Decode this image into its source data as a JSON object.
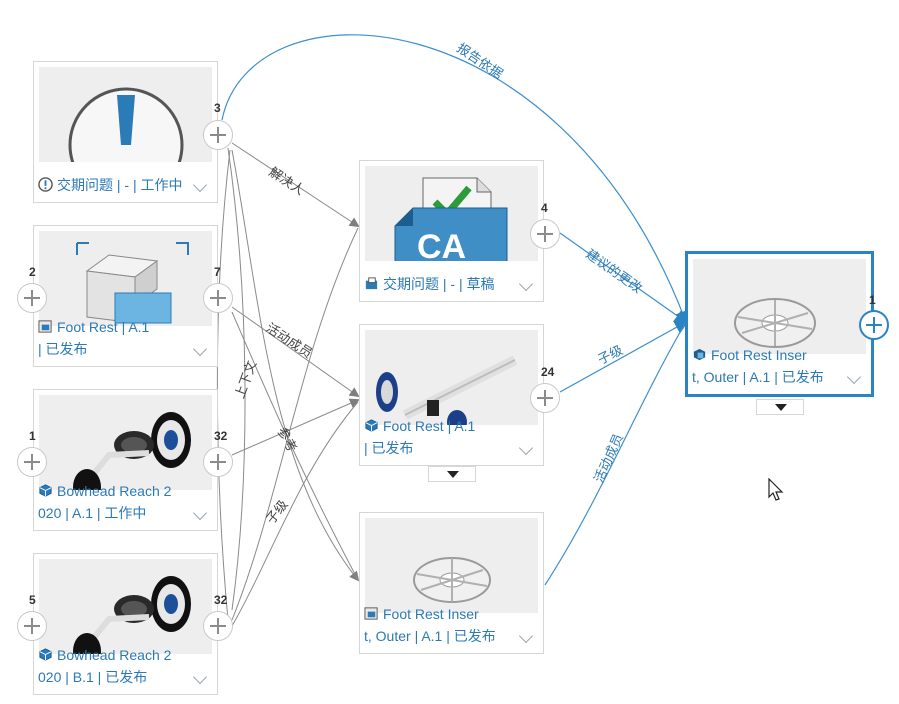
{
  "colors": {
    "accent": "#2a84c4",
    "edge_gray": "#8a8a8a",
    "edge_blue": "#3b8fce",
    "label_text": "#2b79b5"
  },
  "nodes": {
    "n1": {
      "line1": "交期问题 | - | 工作中",
      "line2": "",
      "icon": "alert-circle-icon",
      "thumb": "exclamation-icon",
      "count": "3"
    },
    "n2": {
      "line1": "Foot Rest | A.1",
      "line2": "| 已发布",
      "icon": "part-icon",
      "thumb": "cube-icon",
      "count_left": "2",
      "count_right": "7"
    },
    "n3": {
      "line1": "Bowhead Reach 2",
      "line2": "020 | A.1 | 工作中",
      "icon": "assembly-icon",
      "thumb": "trike-icon",
      "count_left": "1",
      "count_right": "32"
    },
    "n4": {
      "line1": "Bowhead Reach 2",
      "line2": "020 | B.1 | 已发布",
      "icon": "assembly-icon",
      "thumb": "trike-icon",
      "count_left": "5",
      "count_right": "32"
    },
    "n5": {
      "line1": "交期问题 | - | 草稿",
      "line2": "",
      "icon": "change-icon",
      "thumb": "ca-document-icon",
      "count": "4"
    },
    "n6": {
      "line1": "Foot Rest | A.1",
      "line2": "| 已发布",
      "icon": "assembly-icon",
      "thumb": "axle-icon",
      "count": "24"
    },
    "n7": {
      "line1": "Foot Rest Inser",
      "line2": "t, Outer | A.1 | 已发布",
      "icon": "part-icon",
      "thumb": "wheel-insert-icon"
    },
    "n8": {
      "line1": "Foot Rest Inser",
      "line2": "t, Outer | A.1 | 已发布",
      "icon": "part-blue-icon",
      "thumb": "wheel-insert-icon",
      "count": "1"
    }
  },
  "edge_labels": {
    "report_basis": "报告依据",
    "resolver": "解决人",
    "suggested_change": "建议的更改",
    "active_member": "活动成员",
    "child": "子级",
    "active_member_2": "活动成员",
    "child_2": "子级",
    "reference": "参考",
    "upper": "上下文"
  },
  "cursor": "arrow-pointer-icon"
}
